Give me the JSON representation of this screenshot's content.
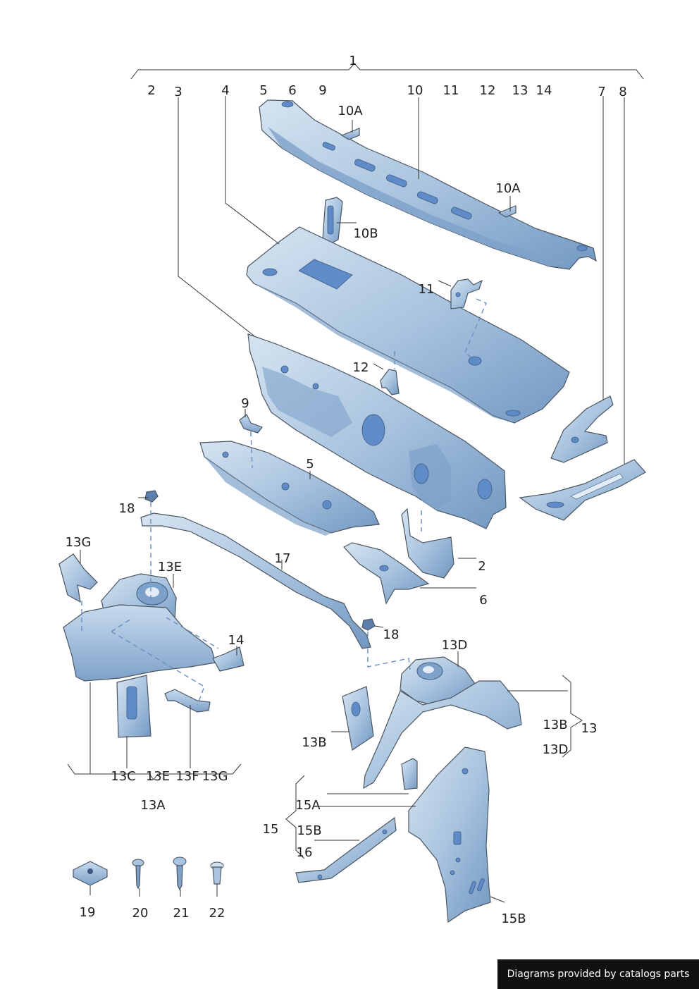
{
  "labels": {
    "l1": "1",
    "l2": "2",
    "l3": "3",
    "l4": "4",
    "l5": "5",
    "l6": "6",
    "l9": "9",
    "l10": "10",
    "l11": "11",
    "l12": "12",
    "l13": "13",
    "l14": "14",
    "l7": "7",
    "l8": "8",
    "l10a_1": "10A",
    "l10a_2": "10A",
    "l10b": "10B",
    "l11b": "11",
    "l12b": "12",
    "l9b": "9",
    "l5b": "5",
    "l18a": "18",
    "l17": "17",
    "l13g": "13G",
    "l13e": "13E",
    "l2b": "2",
    "l6b": "6",
    "l14b": "14",
    "l18b": "18",
    "l13d": "13D",
    "l13b_r": "13B",
    "l13_r": "13",
    "l13d_r": "13D",
    "l13b_l": "13B",
    "l13c": "13C",
    "l13e2": "13E",
    "l13f": "13F",
    "l13g2": "13G",
    "l13a": "13A",
    "l15a": "15A",
    "l15": "15",
    "l15b": "15B",
    "l16": "16",
    "l15b2": "15B",
    "l19": "19",
    "l20": "20",
    "l21": "21",
    "l22": "22"
  },
  "credit": "Diagrams provided by catalogs parts",
  "colors": {
    "part_fill": "#a9c4df",
    "part_dark": "#6f93bd",
    "part_light": "#d3e2f0",
    "hole": "#5f8cc8",
    "leader": "#333333",
    "dash": "#6a8fc2"
  }
}
